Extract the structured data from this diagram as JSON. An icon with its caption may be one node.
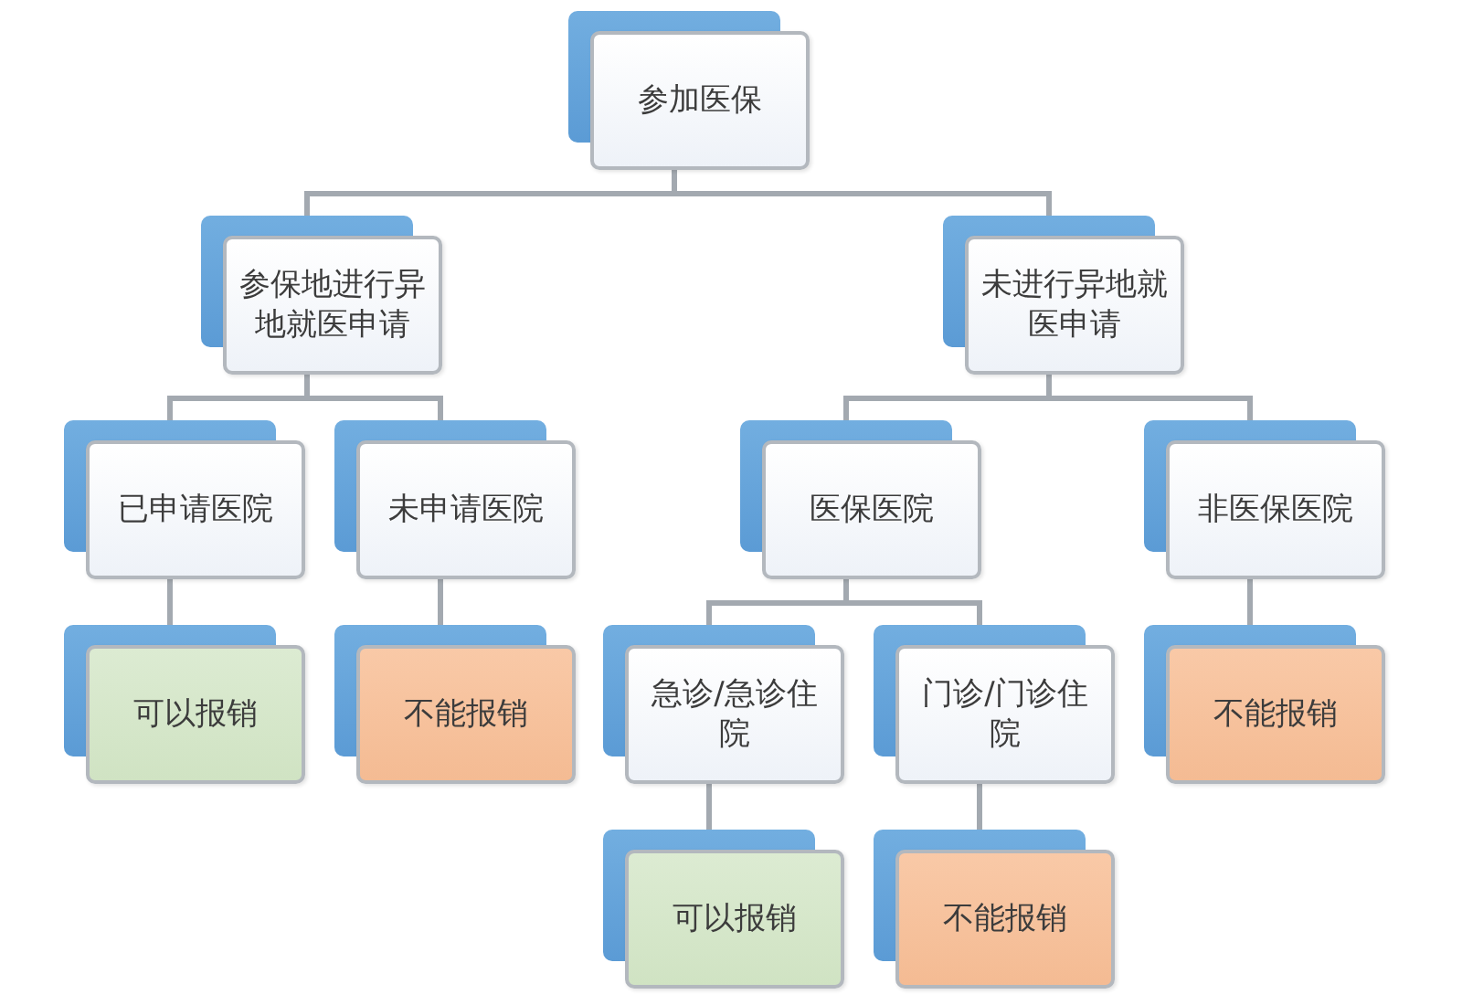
{
  "diagram": {
    "nodes": [
      {
        "text": [
          "参加医保"
        ]
      },
      {
        "text": [
          "参保地进行异地就医申请"
        ]
      },
      {
        "text": [
          "未进行异地就医申请"
        ]
      },
      {
        "text": [
          "已申请医院"
        ]
      },
      {
        "text": [
          "未申请医院"
        ]
      },
      {
        "text": [
          "医保医院"
        ]
      },
      {
        "text": [
          "非医保医院"
        ]
      },
      {
        "text": [
          "可以报销"
        ]
      },
      {
        "text": [
          "不能报销"
        ]
      },
      {
        "text": [
          "急诊/急诊住院"
        ]
      },
      {
        "text": [
          "门诊/门诊住院"
        ]
      },
      {
        "text": [
          "不能报销"
        ]
      },
      {
        "text": [
          "可以报销"
        ]
      },
      {
        "text": [
          "不能报销"
        ]
      }
    ],
    "edges": [
      {
        "from": 0,
        "to": 1,
        "arrow": "none"
      },
      {
        "from": 0,
        "to": 2,
        "arrow": "none"
      },
      {
        "from": 1,
        "to": 3,
        "arrow": "none"
      },
      {
        "from": 1,
        "to": 4,
        "arrow": "none"
      },
      {
        "from": 2,
        "to": 5,
        "arrow": "none"
      },
      {
        "from": 2,
        "to": 6,
        "arrow": "none"
      },
      {
        "from": 3,
        "to": 7,
        "arrow": "none"
      },
      {
        "from": 4,
        "to": 8,
        "arrow": "none"
      },
      {
        "from": 5,
        "to": 9,
        "arrow": "none"
      },
      {
        "from": 5,
        "to": 10,
        "arrow": "none"
      },
      {
        "from": 6,
        "to": 11,
        "arrow": "none"
      },
      {
        "from": 9,
        "to": 12,
        "arrow": "none"
      },
      {
        "from": 10,
        "to": 13,
        "arrow": "none"
      }
    ]
  }
}
